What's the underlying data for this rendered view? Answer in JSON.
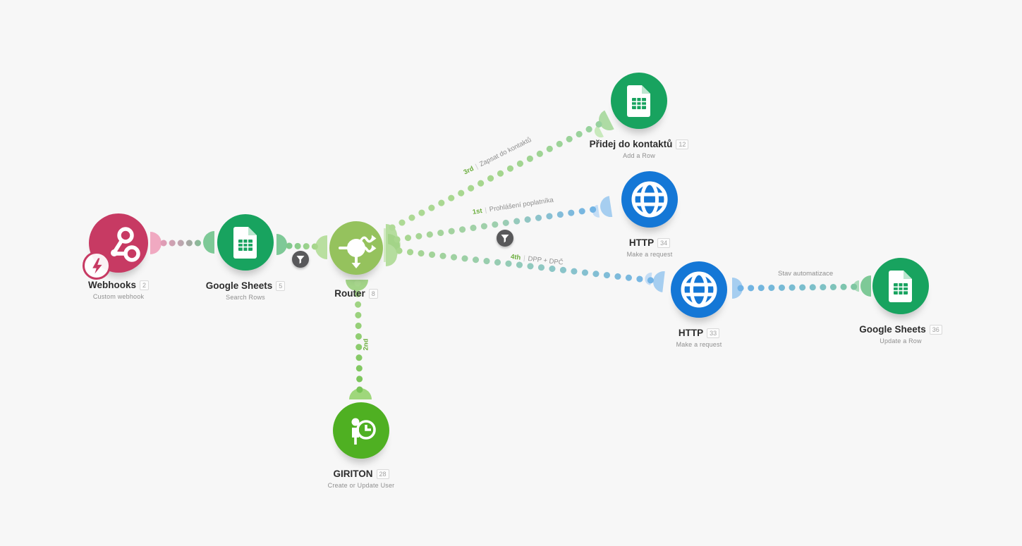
{
  "colors": {
    "background": "#f7f7f7",
    "webhooks": "#c73a63",
    "google_sheets": "#18a35f",
    "router": "#95c25d",
    "http": "#1477d6",
    "giriton": "#4fb022",
    "route_green_dots": "#a9d78e",
    "route_blue_dots": "#74b4e8",
    "ordinal_green": "#6cae3e",
    "route_label_text": "#8e8e8e",
    "filter_background": "#58585a"
  },
  "icons": {
    "webhooks": "webhook-nodes-icon",
    "webhooks_badge": "lightning-bolt-icon",
    "google_sheets": "spreadsheet-document-icon",
    "router": "router-arrows-icon",
    "http": "globe-icon",
    "giriton": "person-clock-icon",
    "filter": "funnel-icon"
  },
  "modules": [
    {
      "name": "Webhooks",
      "number": "2",
      "sublabel": "Custom webhook"
    },
    {
      "name": "Google Sheets",
      "number": "5",
      "sublabel": "Search Rows"
    },
    {
      "name": "Router",
      "number": "8",
      "sublabel": ""
    },
    {
      "name": "Přidej do kontaktů",
      "number": "12",
      "sublabel": "Add a Row"
    },
    {
      "name": "HTTP",
      "number": "34",
      "sublabel": "Make a request"
    },
    {
      "name": "HTTP",
      "number": "33",
      "sublabel": "Make a request"
    },
    {
      "name": "Google Sheets",
      "number": "36",
      "sublabel": "Update a Row"
    },
    {
      "name": "GIRITON",
      "number": "28",
      "sublabel": "Create or Update User"
    }
  ],
  "routes": [
    {
      "ordinal": "3rd",
      "label": "Zapsat do kontaktů"
    },
    {
      "ordinal": "1st",
      "label": "Prohlášení poplatníka"
    },
    {
      "ordinal": "4th",
      "label": "DPP + DPČ"
    },
    {
      "ordinal": "2nd",
      "label": ""
    },
    {
      "ordinal": "",
      "label": "Stav automatizace"
    }
  ]
}
